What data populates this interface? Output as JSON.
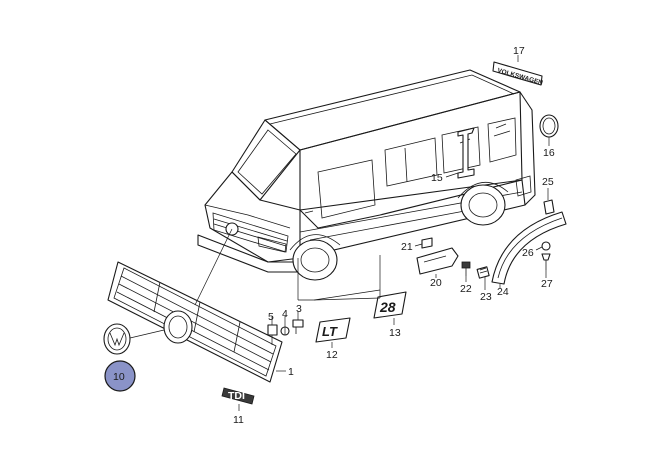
{
  "callouts": [
    {
      "id": "c1",
      "text": "1"
    },
    {
      "id": "c3",
      "text": "3"
    },
    {
      "id": "c4",
      "text": "4"
    },
    {
      "id": "c5",
      "text": "5"
    },
    {
      "id": "c10",
      "text": "10"
    },
    {
      "id": "c11",
      "text": "11"
    },
    {
      "id": "c12",
      "text": "12"
    },
    {
      "id": "c13",
      "text": "13"
    },
    {
      "id": "c15",
      "text": "15"
    },
    {
      "id": "c16",
      "text": "16"
    },
    {
      "id": "c17",
      "text": "17"
    },
    {
      "id": "c20",
      "text": "20"
    },
    {
      "id": "c21",
      "text": "21"
    },
    {
      "id": "c22",
      "text": "22"
    },
    {
      "id": "c23",
      "text": "23"
    },
    {
      "id": "c24",
      "text": "24"
    },
    {
      "id": "c25",
      "text": "25"
    },
    {
      "id": "c26",
      "text": "26"
    },
    {
      "id": "c27",
      "text": "27"
    }
  ],
  "badges": {
    "lettering": "VOLKSWAGEN",
    "model_lt": "LT",
    "model_28": "28",
    "tdi": "TDI"
  },
  "colors": {
    "highlight": "#8a93c8",
    "line": "#1a1a1a"
  }
}
